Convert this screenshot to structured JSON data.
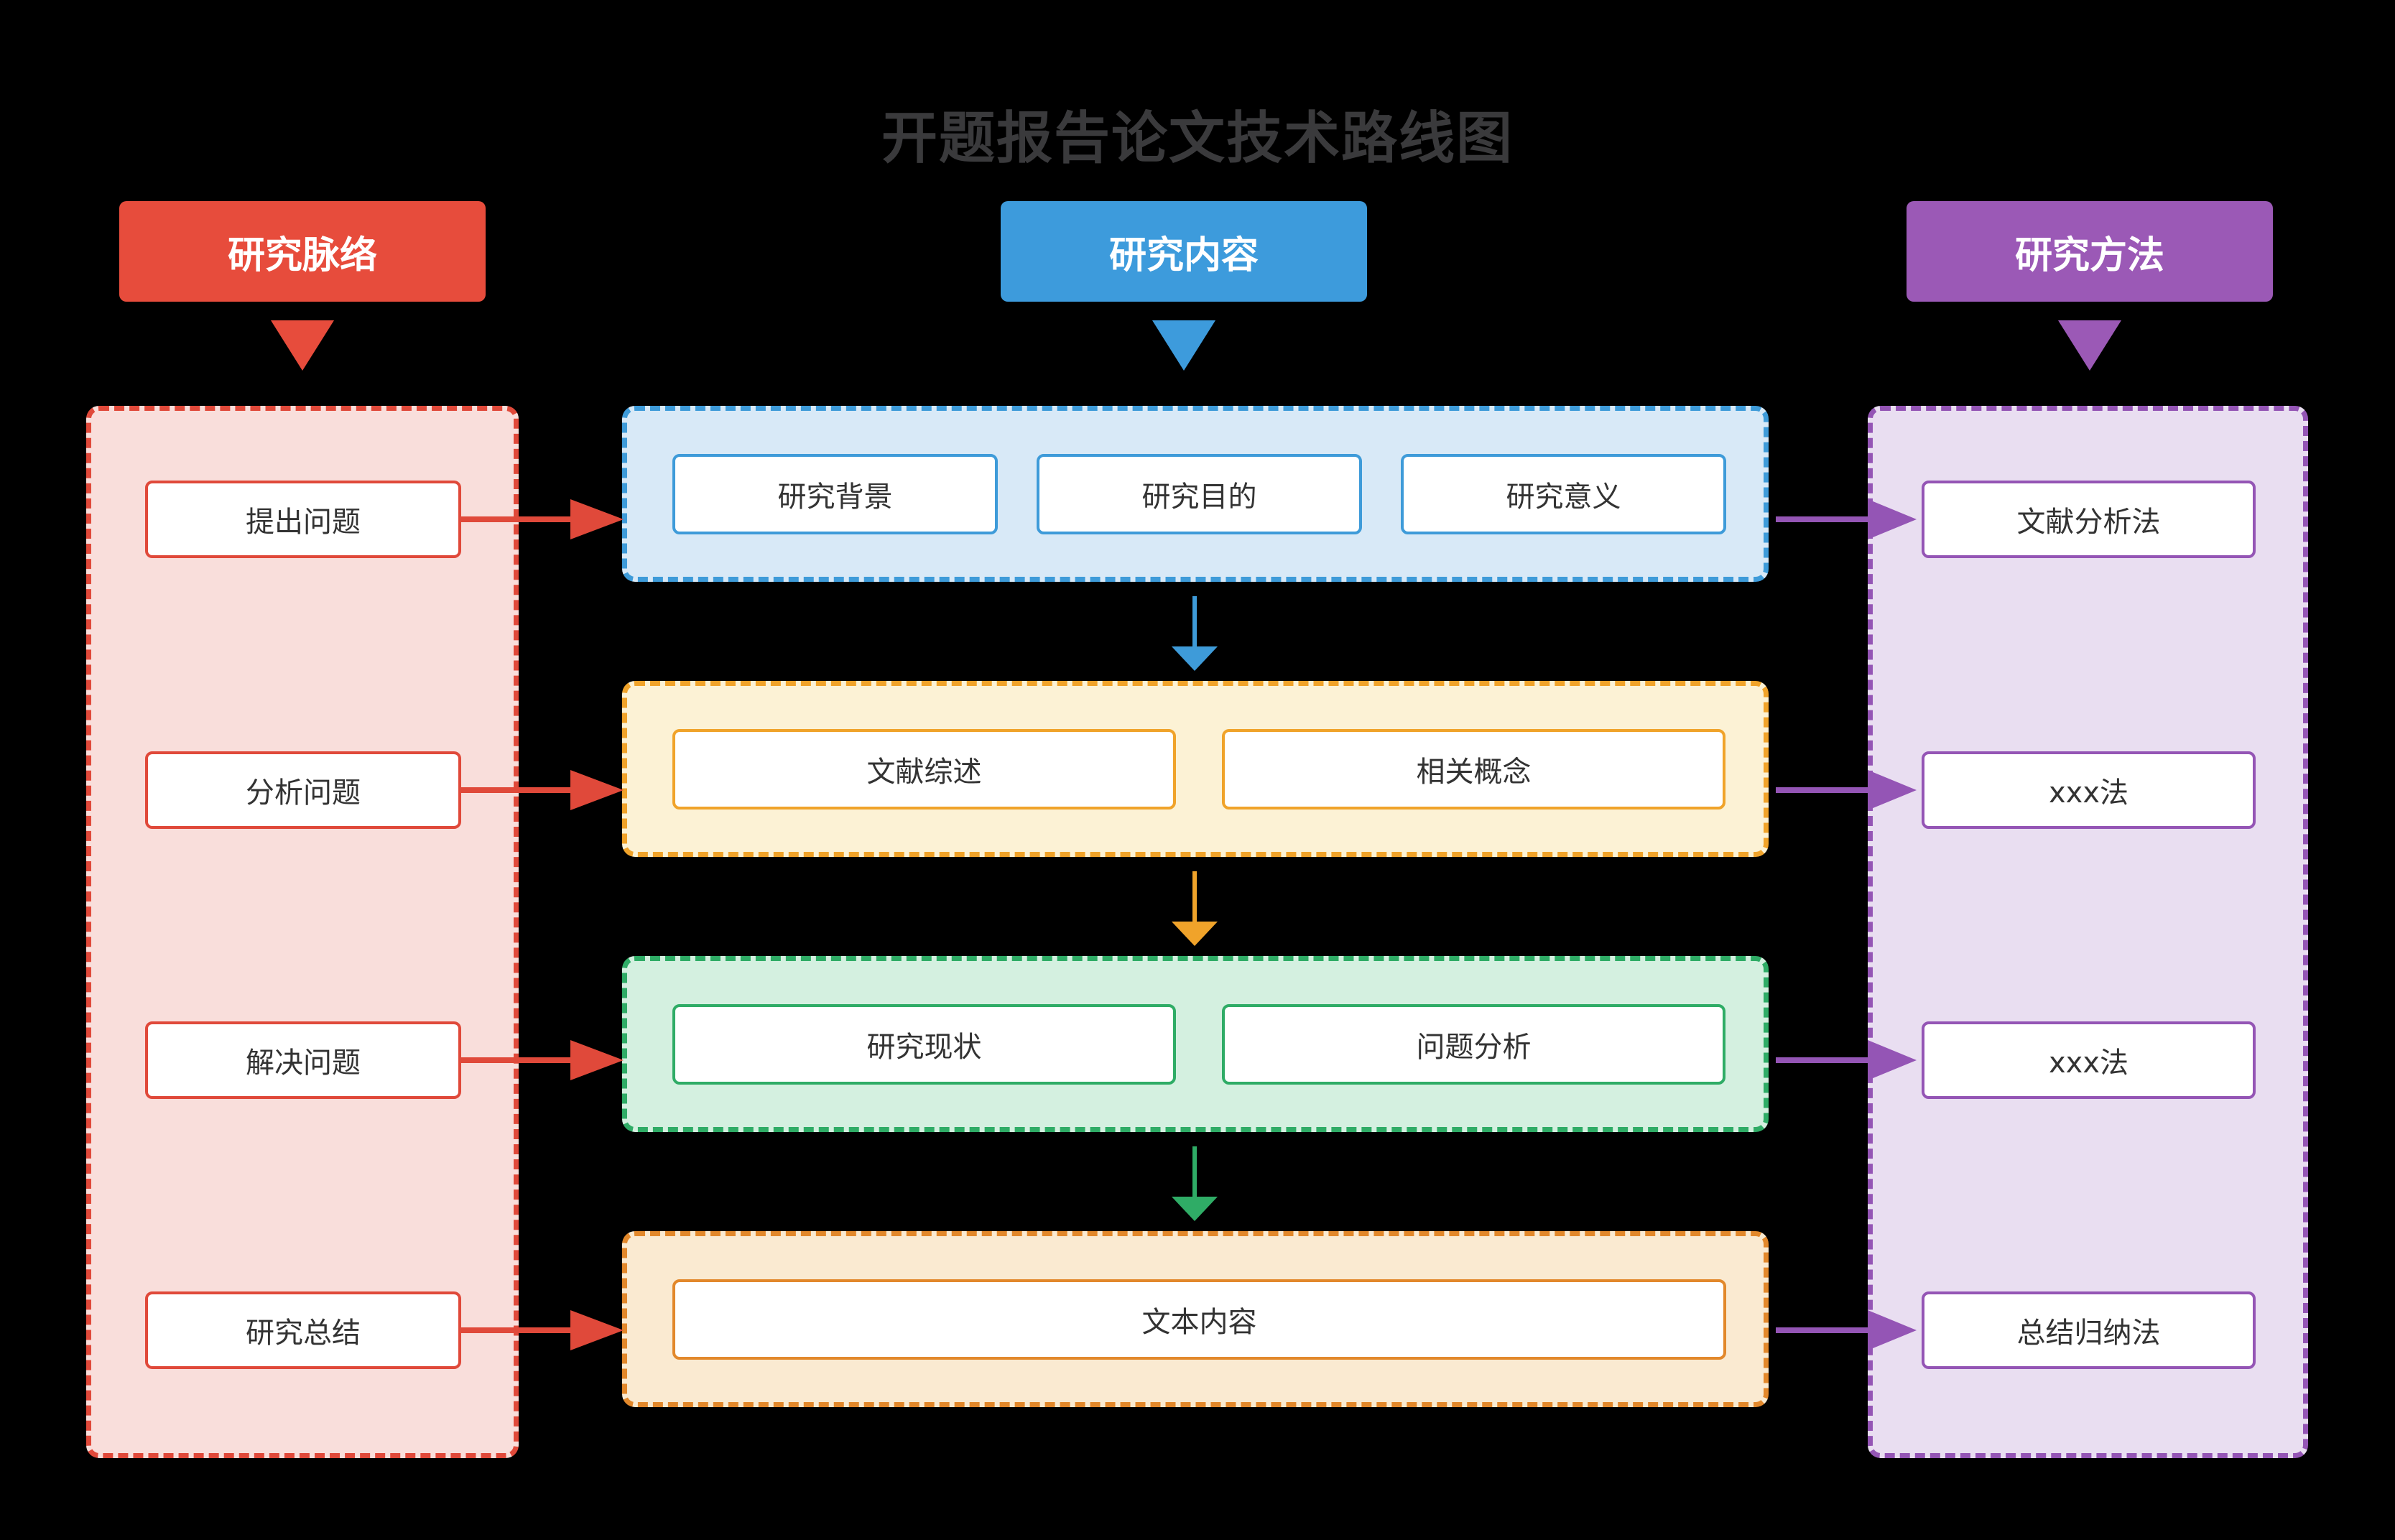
{
  "title": "开题报告论文技术路线图",
  "palette": {
    "background": "#000000",
    "title_color": "#3a3a3c",
    "box_text": "#333333",
    "header_red": "#e74c3c",
    "header_blue": "#3d9bdc",
    "header_purple": "#9b59b6",
    "red": "#e0493a",
    "red_fill": "#f9dedb",
    "blue": "#3e9bd9",
    "blue_fill": "#d8e9f7",
    "orange": "#f0a32a",
    "orange_fill": "#fcf2d5",
    "green": "#2fac66",
    "green_fill": "#d4f0e0",
    "carrot": "#e2882b",
    "carrot_fill": "#faead1",
    "purple": "#9455b5",
    "purple_fill": "#e9def1"
  },
  "columns": {
    "left": {
      "header": "研究脉络",
      "items": [
        "提出问题",
        "分析问题",
        "解决问题",
        "研究总结"
      ]
    },
    "middle": {
      "header": "研究内容",
      "groups": [
        [
          "研究背景",
          "研究目的",
          "研究意义"
        ],
        [
          "文献综述",
          "相关概念"
        ],
        [
          "研究现状",
          "问题分析"
        ],
        [
          "文本内容"
        ]
      ]
    },
    "right": {
      "header": "研究方法",
      "items": [
        "文献分析法",
        "xxx法",
        "xxx法",
        "总结归纳法"
      ]
    }
  }
}
